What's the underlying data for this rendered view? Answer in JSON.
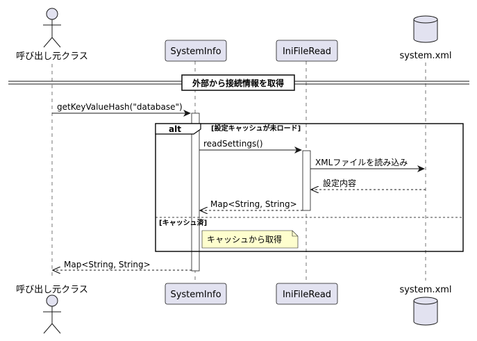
{
  "participants": {
    "caller": "呼び出し元クラス",
    "systeminfo": "SystemInfo",
    "inifileread": "IniFileRead",
    "systemxml": "system.xml"
  },
  "divider": {
    "title": "外部から接続情報を取得"
  },
  "messages": {
    "m1": "getKeyValueHash(\"database\")",
    "m2": "readSettings()",
    "m3": "XMLファイルを読み込み",
    "m4": "設定内容",
    "m5": "Map<String, String>",
    "m6": "Map<String, String>"
  },
  "alt_fragment": {
    "keyword": "alt",
    "guard1": "[設定キャッシュが未ロード]",
    "guard2": "[キャッシュ済]"
  },
  "note": {
    "text": "キャッシュから取得"
  },
  "colors": {
    "participant_fill": "#e2e2f0",
    "participant_stroke": "#181818",
    "note_fill": "#fefece",
    "line": "#181818"
  }
}
